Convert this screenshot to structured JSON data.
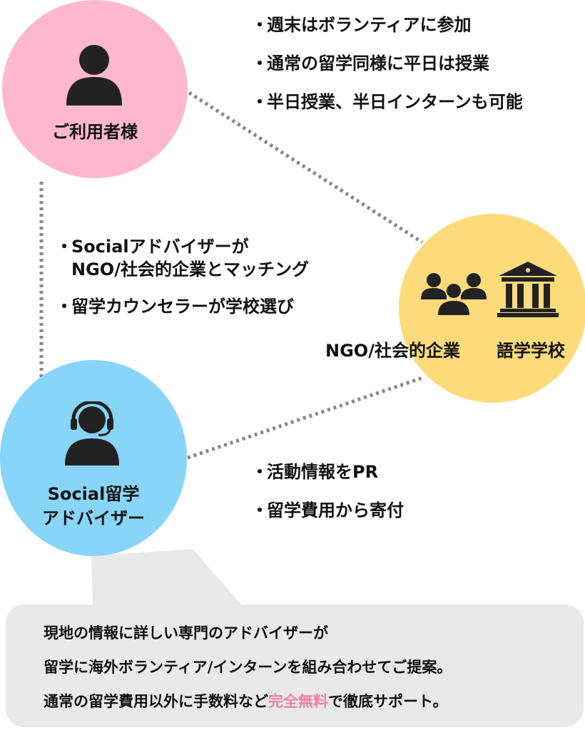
{
  "user": {
    "label": "ご利用者様",
    "bullets": [
      "週末はボランティアに参加",
      "通常の留学同様に平日は授業",
      "半日授業、半日インターンも可能"
    ]
  },
  "advisor": {
    "label_line1": "Social留学",
    "label_line2": "アドバイザー",
    "bullets_user": {
      "item1_line1": "Socialアドバイザーが",
      "item1_line2": "NGO/社会的企業とマッチング",
      "item2": "留学カウンセラーが学校選び"
    },
    "bullets_org": [
      "活動情報をPR",
      "留学費用から寄付"
    ]
  },
  "org": {
    "label_ngo": "NGO/社会的企業",
    "label_school": "語学学校"
  },
  "bullet_mark": "・",
  "callout": {
    "line1": "現地の情報に詳しい専門のアドバイザーが",
    "line2": "留学に海外ボランティア/インターンを組み合わせてご提案。",
    "line3_before": "通常の留学費用以外に手数料など",
    "line3_highlight": "完全無料",
    "line3_after": "で徹底サポート。"
  },
  "colors": {
    "user_circle": "#fdb8d0",
    "advisor_circle": "#87d5f8",
    "org_circle": "#fddb7a",
    "highlight": "#f07fa5",
    "callout_bg": "#e9e9e9",
    "dotted_line": "#888888"
  }
}
